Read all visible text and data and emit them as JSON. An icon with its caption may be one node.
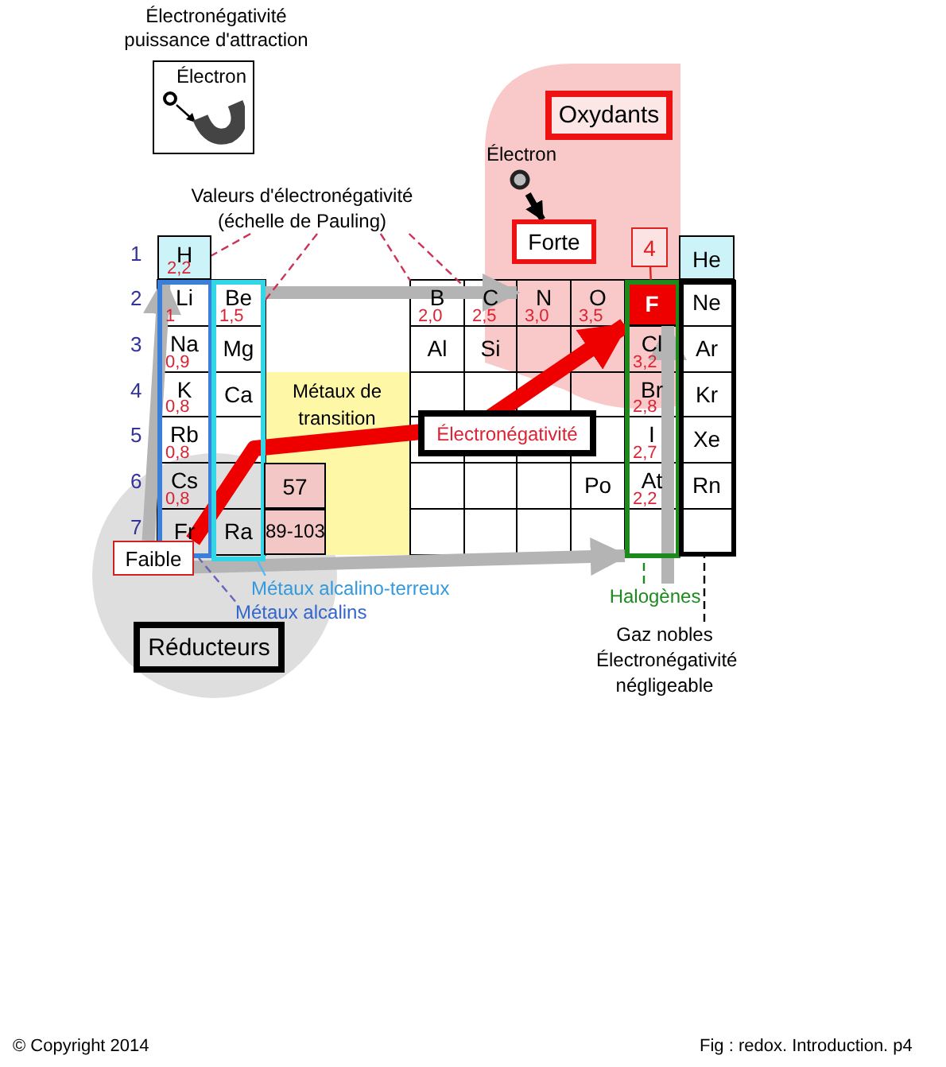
{
  "diagram": {
    "nodes": [
      {
        "text": [
          "Électronégativité puissance d'attraction",
          "Électron"
        ]
      },
      {
        "text": [
          "Oxydants"
        ]
      },
      {
        "text": [
          "Électron"
        ]
      },
      {
        "text": [
          "Forte"
        ]
      },
      {
        "text": [
          "4"
        ]
      },
      {
        "text": [
          "Valeurs d'électronégativité (échelle de Pauling)"
        ]
      },
      {
        "text": [],
        "shape": "box"
      },
      {
        "text": [],
        "shape": "box"
      },
      {
        "text": [
          "Métaux de transition"
        ]
      },
      {
        "text": [],
        "shape": "box"
      },
      {
        "text": [],
        "shape": "box"
      },
      {
        "text": [
          "H",
          "2,2"
        ]
      },
      {
        "text": [
          "He"
        ]
      },
      {
        "text": [
          "Li",
          "1"
        ],
        "in": 6
      },
      {
        "text": [
          "Be",
          "1,5"
        ],
        "in": 7
      },
      {
        "text": [
          "B",
          "2,0"
        ]
      },
      {
        "text": [
          "C",
          "2,5"
        ]
      },
      {
        "text": [
          "N",
          "3,0"
        ]
      },
      {
        "text": [
          "O",
          "3,5"
        ]
      },
      {
        "text": [
          "F"
        ],
        "in": 9
      },
      {
        "text": [
          "Ne"
        ],
        "in": 10
      },
      {
        "text": [
          "Na",
          "0,9"
        ],
        "in": 6
      },
      {
        "text": [
          "Mg"
        ],
        "in": 7
      },
      {
        "text": [
          "Al"
        ]
      },
      {
        "text": [
          "Si"
        ]
      },
      {
        "text": [
          "Cl",
          "3,2"
        ],
        "in": 9
      },
      {
        "text": [
          "Ar"
        ],
        "in": 10
      },
      {
        "text": [
          "K",
          "0,8"
        ],
        "in": 6
      },
      {
        "text": [
          "Ca"
        ],
        "in": 7
      },
      {
        "text": [
          "Br",
          "2,8"
        ],
        "in": 9
      },
      {
        "text": [
          "Kr"
        ],
        "in": 10
      },
      {
        "text": [
          "Rb",
          "0,8"
        ],
        "in": 6
      },
      {
        "text": [
          "I",
          "2,7"
        ],
        "in": 9
      },
      {
        "text": [
          "Xe"
        ],
        "in": 10
      },
      {
        "text": [
          "Cs",
          "0,8"
        ],
        "in": 6
      },
      {
        "text": [
          "57"
        ],
        "in": 8
      },
      {
        "text": [
          "Po"
        ]
      },
      {
        "text": [
          "At",
          "2,2"
        ],
        "in": 9
      },
      {
        "text": [
          "Rn"
        ],
        "in": 10
      },
      {
        "text": [
          "Fr"
        ],
        "in": 6
      },
      {
        "text": [
          "Ra"
        ],
        "in": 7
      },
      {
        "text": [
          "89-103"
        ],
        "in": 8
      },
      {
        "text": [
          "Faible"
        ]
      },
      {
        "text": [
          "Réducteurs"
        ]
      },
      {
        "text": [
          "Métaux alcalino-terreux"
        ]
      },
      {
        "text": [
          "Métaux alcalins"
        ]
      },
      {
        "text": [
          "Halogènes"
        ]
      },
      {
        "text": [
          "Gaz nobles",
          "Électronégativité négligeable"
        ]
      }
    ],
    "edges": [
      {
        "from": 2,
        "to": 3,
        "arrow": "to",
        "style": "thick",
        "color": "#000000"
      },
      {
        "from": 4,
        "to": 19,
        "arrow": "none",
        "color": "#dd2222"
      },
      {
        "from": 5,
        "to": 11,
        "arrow": "none",
        "style": "dashed",
        "color": "#cc3355"
      },
      {
        "from": 5,
        "to": 14,
        "arrow": "none",
        "style": "dashed",
        "color": "#cc3355"
      },
      {
        "from": 5,
        "to": 15,
        "arrow": "none",
        "style": "dashed",
        "color": "#cc3355"
      },
      {
        "from": 5,
        "to": 16,
        "arrow": "none",
        "style": "dashed",
        "color": "#cc3355"
      },
      {
        "from": 44,
        "to": 7,
        "arrow": "none",
        "color": "#55bbee"
      },
      {
        "from": 45,
        "to": 6,
        "arrow": "none",
        "style": "dashed",
        "color": "#6666bb"
      },
      {
        "from": 46,
        "to": 9,
        "arrow": "none",
        "style": "dashed",
        "color": "#1e8a1e"
      },
      {
        "from": 47,
        "to": 10,
        "arrow": "none",
        "style": "dashed",
        "color": "#000000"
      },
      {
        "from": 42,
        "to": 19,
        "arrow": "to",
        "style": "thick",
        "color": "#ee0000",
        "label": "Électronégativité"
      },
      {
        "from": 42,
        "to": 11,
        "arrow": "to",
        "style": "thick",
        "color": "#b4b4b4"
      },
      {
        "from": 14,
        "to": 17,
        "arrow": "to",
        "style": "thick",
        "color": "#b4b4b4"
      },
      {
        "from": 42,
        "to": 9,
        "arrow": "to",
        "style": "thick",
        "color": "#b4b4b4"
      },
      {
        "from": 46,
        "to": 19,
        "arrow": "to",
        "style": "thick",
        "color": "#b4b4b4"
      }
    ],
    "labels": [
      "1",
      "2",
      "3",
      "4",
      "5",
      "6",
      "7",
      "© Copyright 2014",
      "Fig :  redox. Introduction. p4"
    ]
  }
}
